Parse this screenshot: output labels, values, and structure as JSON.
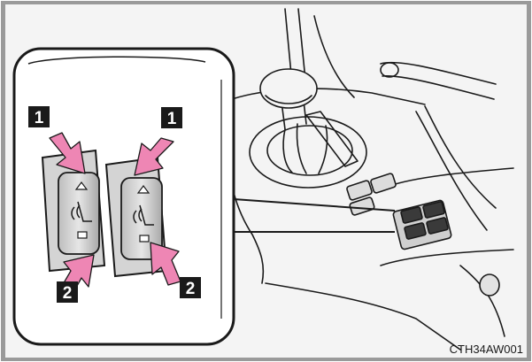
{
  "figure": {
    "code": "CTH34AW001",
    "callouts": [
      {
        "label": "1"
      },
      {
        "label": "2"
      }
    ]
  },
  "colors": {
    "frame": "#9a9a9a",
    "background": "#f4f4f4",
    "line": "#1a1a1a",
    "arrow": "#ee86b4",
    "badge": "#1a1a1a",
    "panel": "#d8d8d8"
  },
  "icons": [
    "seat-heater-icon",
    "indicator-lamp-icon",
    "press-arrow-icon"
  ]
}
